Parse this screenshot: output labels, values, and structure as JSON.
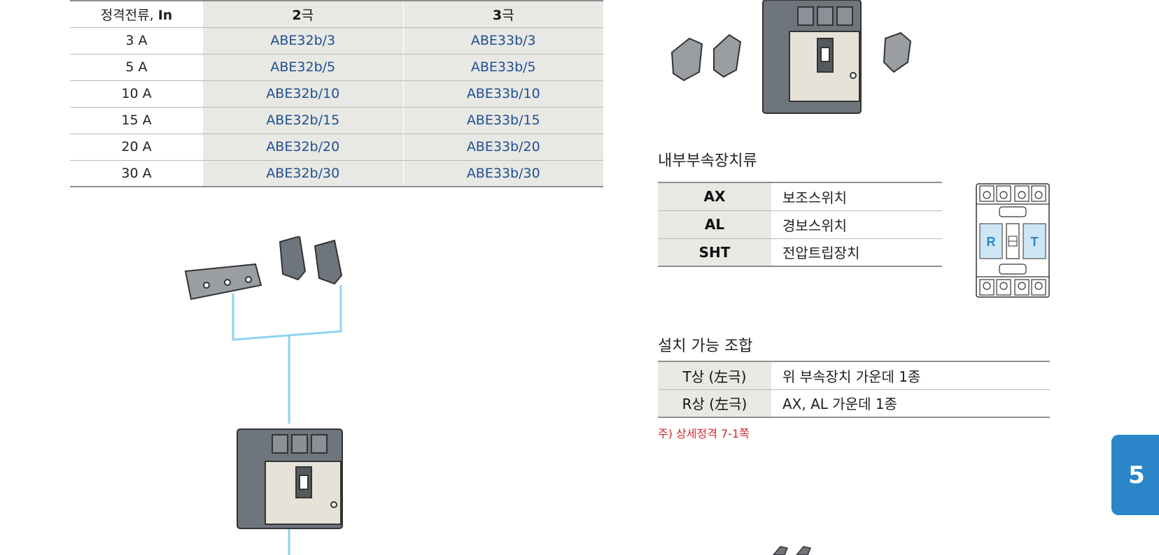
{
  "rating_table": {
    "header": {
      "col1_prefix": "정격전류, ",
      "col1_bold": "In",
      "col2_bold": "2",
      "col2_suffix": "극",
      "col3_bold": "3",
      "col3_suffix": "극"
    },
    "rows": [
      {
        "current": "3 A",
        "pole2": "ABE32b/3",
        "pole3": "ABE33b/3"
      },
      {
        "current": "5 A",
        "pole2": "ABE32b/5",
        "pole3": "ABE33b/5"
      },
      {
        "current": "10 A",
        "pole2": "ABE32b/10",
        "pole3": "ABE33b/10"
      },
      {
        "current": "15 A",
        "pole2": "ABE32b/15",
        "pole3": "ABE33b/15"
      },
      {
        "current": "20 A",
        "pole2": "ABE32b/20",
        "pole3": "ABE33b/20"
      },
      {
        "current": "30 A",
        "pole2": "ABE32b/30",
        "pole3": "ABE33b/30"
      }
    ]
  },
  "internal_accessories": {
    "title": "내부부속장치류",
    "rows": [
      {
        "code": "AX",
        "name": "보조스위치"
      },
      {
        "code": "AL",
        "name": "경보스위치"
      },
      {
        "code": "SHT",
        "name": "전압트립장치"
      }
    ]
  },
  "pole_diagram": {
    "left_label": "R",
    "right_label": "T"
  },
  "combinations": {
    "title": "설치 가능 조합",
    "rows": [
      {
        "phase": "T상 (左극)",
        "desc": "위 부속장치 가운데 1종"
      },
      {
        "phase": "R상 (左극)",
        "desc": "AX, AL 가운데 1종"
      }
    ]
  },
  "note": "주) 상세정격 7-1쪽",
  "page_tab": "5",
  "colors": {
    "accent": "#2a86c9",
    "code_text": "#1e4f8f",
    "note_red": "#d4282b",
    "connector_line": "#8fd3f2",
    "table_shade": "#e8e8e4"
  }
}
